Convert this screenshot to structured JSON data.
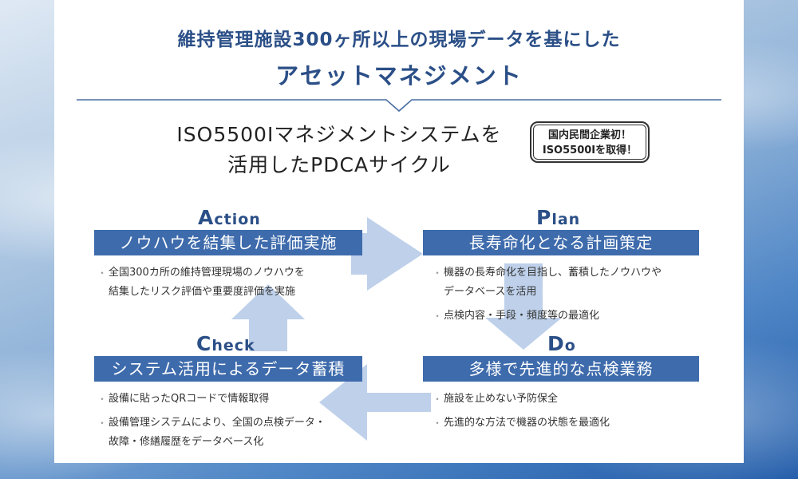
{
  "header": {
    "line1": "維持管理施設300ヶ所以上の現場データを基にした",
    "line2": "アセットマネジメント"
  },
  "subtitle": {
    "line1": "ISO5500Iマネジメントシステムを",
    "line2": "活用したPDCAサイクル"
  },
  "badge": {
    "line1": "国内民間企業初！",
    "line2": "ISO5500Iを取得！"
  },
  "phases": {
    "action": {
      "cap": "A",
      "rest": "ction",
      "title": "ノウハウを結集した評価実施",
      "bullets": [
        "全国300カ所の維持管理現場のノウハウを\n結集したリスク評価や重要度評価を実施"
      ]
    },
    "plan": {
      "cap": "P",
      "rest": "lan",
      "title": "長寿命化となる計画策定",
      "bullets": [
        "機器の長寿命化を目指し、蓄積したノウハウや\nデータベースを活用",
        "点検内容・手段・頻度等の最適化"
      ]
    },
    "check": {
      "cap": "C",
      "rest": "heck",
      "title": "システム活用によるデータ蓄積",
      "bullets": [
        "設備に貼ったQRコードで情報取得",
        "設備管理システムにより、全国の点検データ・\n故障・修繕履歴をデータベース化"
      ]
    },
    "do": {
      "cap": "D",
      "rest": "o",
      "title": "多様で先進的な点検業務",
      "bullets": [
        "施設を止めない予防保全",
        "先進的な方法で機器の状態を最適化"
      ]
    }
  },
  "colors": {
    "title": "#2b4f87",
    "bar": "#3e6bac",
    "arrow": "#bed0ea"
  }
}
